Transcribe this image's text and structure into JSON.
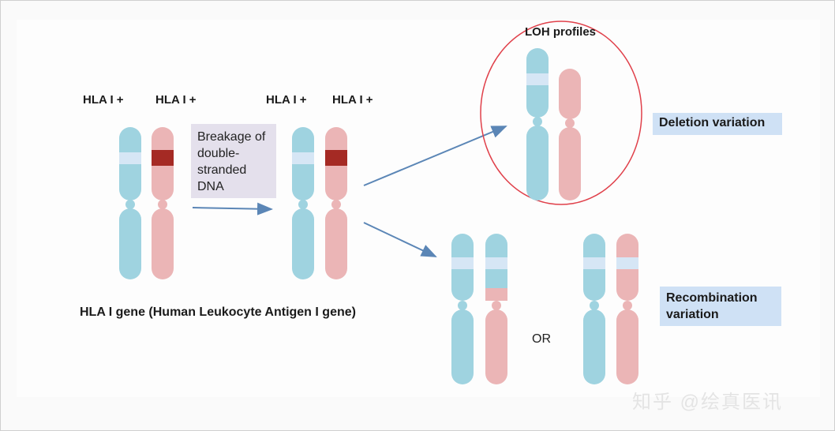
{
  "labels": {
    "hla_left_1": "HLA I +",
    "hla_left_2": "HLA I +",
    "hla_mid_1": "HLA I +",
    "hla_mid_2": "HLA I +",
    "gene_caption": "HLA I gene  (Human Leukocyte Antigen I gene)",
    "breakage_box": "Breakage of double-stranded DNA",
    "loh_title": "LOH profiles",
    "deletion_tag": "Deletion variation",
    "recombination_tag": "Recombination variation",
    "or_text": "OR",
    "watermark": "知乎 @绘真医讯"
  },
  "colors": {
    "blue_chromosome": "#9fd3e0",
    "pink_chromosome": "#ebb5b6",
    "band_light": "#d6e6f5",
    "band_dark": "#a52a24",
    "arrow": "#5b86b6",
    "circle": "#e0404a"
  }
}
